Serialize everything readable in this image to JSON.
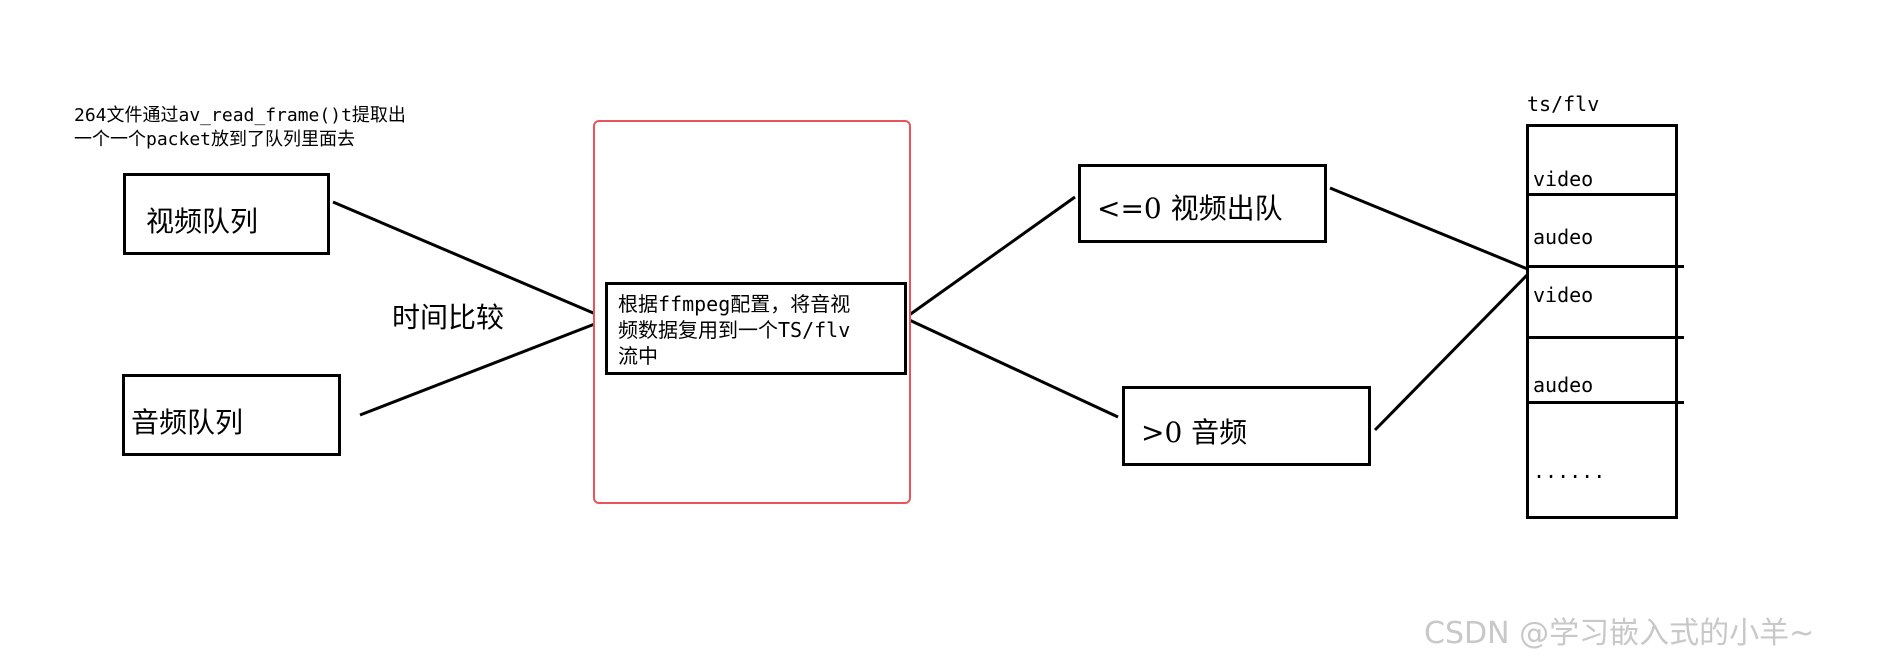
{
  "note": {
    "line1": "264文件通过av_read_frame()t提取出",
    "line2": "一个一个packet放到了队列里面去"
  },
  "video_queue": {
    "label": "视频队列"
  },
  "audio_queue": {
    "label": "音频队列"
  },
  "compare_label": "时间比较",
  "mux_box": {
    "line1": "根据ffmpeg配置，将音视",
    "line2": "频数据复用到一个TS/flv",
    "line3": "流中"
  },
  "video_out": {
    "label": "<=0 视频出队"
  },
  "audio_out": {
    "label": ">0 音频"
  },
  "container": {
    "title": "ts/flv",
    "rows": [
      "video",
      "audeo",
      "video",
      "audeo",
      "......"
    ]
  },
  "watermark": "CSDN @学习嵌入式的小羊~"
}
